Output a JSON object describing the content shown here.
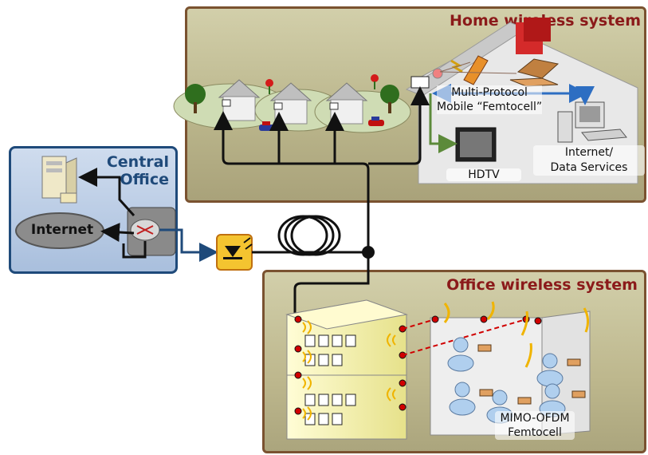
{
  "home": {
    "title": "Home wireless system",
    "femtocell_label_1": "Multi-Protocol",
    "femtocell_label_2": "Mobile “Femtocell”",
    "hdtv_label": "HDTV",
    "internet_label_1": "Internet/",
    "internet_label_2": "Data Services"
  },
  "central": {
    "title_1": "Central",
    "title_2": "Office",
    "internet_cloud": "Internet"
  },
  "office": {
    "title": "Office wireless system",
    "femtocell_label_1": "MIMO-OFDM",
    "femtocell_label_2": "Femtocell"
  },
  "colors": {
    "panel_border": "#7a5230",
    "panel_fill": "#c8c39b",
    "central_border": "#1f4a7a",
    "central_fill": "#b9cce5",
    "title_red": "#8b1a1a",
    "fiber": "#111111",
    "node_red": "#d00000"
  }
}
